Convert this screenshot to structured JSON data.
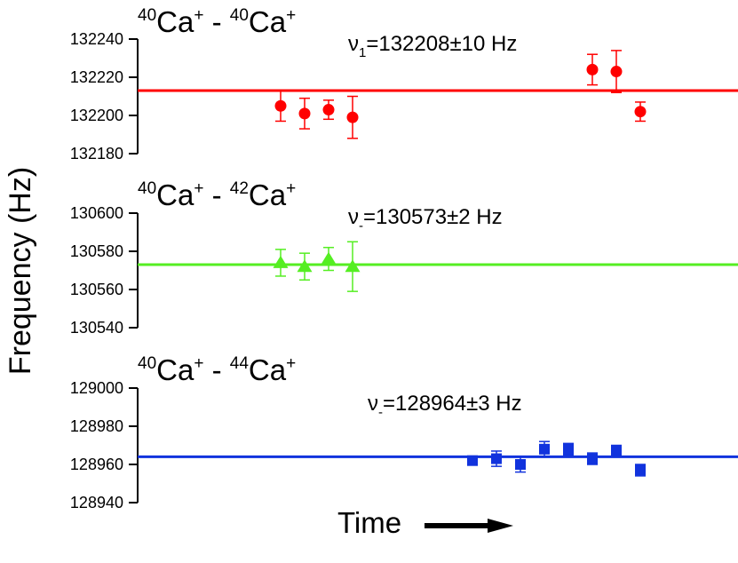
{
  "chart_data": [
    {
      "type": "scatter",
      "title_parts": {
        "a_mass": "40",
        "a_ion": "Ca",
        "a_charge": "+",
        "sep": "-",
        "b_mass": "40",
        "b_ion": "Ca",
        "b_charge": "+"
      },
      "annotation": {
        "prefix": "ν",
        "subscript": "1",
        "text": "=132208±10 Hz"
      },
      "color": "#ff0000",
      "marker": "circle",
      "ylim": [
        132180,
        132240
      ],
      "yticks": [
        "132180",
        "132200",
        "132220",
        "132240"
      ],
      "fit_value": 132213,
      "points": [
        {
          "x": 1,
          "y": 132205,
          "err": 8
        },
        {
          "x": 2,
          "y": 132201,
          "err": 8
        },
        {
          "x": 3,
          "y": 132203,
          "err": 5
        },
        {
          "x": 4,
          "y": 132199,
          "err": 11
        },
        {
          "x": 14,
          "y": 132224,
          "err": 8
        },
        {
          "x": 15,
          "y": 132223,
          "err": 11
        },
        {
          "x": 16,
          "y": 132202,
          "err": 5
        }
      ]
    },
    {
      "type": "scatter",
      "title_parts": {
        "a_mass": "40",
        "a_ion": "Ca",
        "a_charge": "+",
        "sep": "-",
        "b_mass": "42",
        "b_ion": "Ca",
        "b_charge": "+"
      },
      "annotation": {
        "prefix": "ν",
        "subscript": "-",
        "text": "=130573±2 Hz"
      },
      "color": "#55ee22",
      "marker": "triangle",
      "ylim": [
        130540,
        130600
      ],
      "yticks": [
        "130540",
        "130560",
        "130580",
        "130600"
      ],
      "fit_value": 130573,
      "points": [
        {
          "x": 1,
          "y": 130574,
          "err": 7
        },
        {
          "x": 2,
          "y": 130572,
          "err": 7
        },
        {
          "x": 3,
          "y": 130576,
          "err": 6
        },
        {
          "x": 4,
          "y": 130572,
          "err": 13
        }
      ]
    },
    {
      "type": "scatter",
      "title_parts": {
        "a_mass": "40",
        "a_ion": "Ca",
        "a_charge": "+",
        "sep": "-",
        "b_mass": "44",
        "b_ion": "Ca",
        "b_charge": "+"
      },
      "annotation": {
        "prefix": "ν",
        "subscript": "-",
        "text": "=128964±3 Hz"
      },
      "color": "#1133dd",
      "marker": "square",
      "ylim": [
        128940,
        129000
      ],
      "yticks": [
        "128940",
        "128960",
        "128980",
        "129000"
      ],
      "fit_value": 128964,
      "points": [
        {
          "x": 9,
          "y": 128962,
          "err": 2
        },
        {
          "x": 10,
          "y": 128963,
          "err": 4
        },
        {
          "x": 11,
          "y": 128960,
          "err": 4
        },
        {
          "x": 12,
          "y": 128968,
          "err": 4
        },
        {
          "x": 13,
          "y": 128968,
          "err": 3
        },
        {
          "x": 14,
          "y": 128963,
          "err": 3
        },
        {
          "x": 15,
          "y": 128967,
          "err": 3
        },
        {
          "x": 16,
          "y": 128957,
          "err": 3
        }
      ]
    }
  ],
  "ylabel": "Frequency (Hz)",
  "xlabel": "Time"
}
